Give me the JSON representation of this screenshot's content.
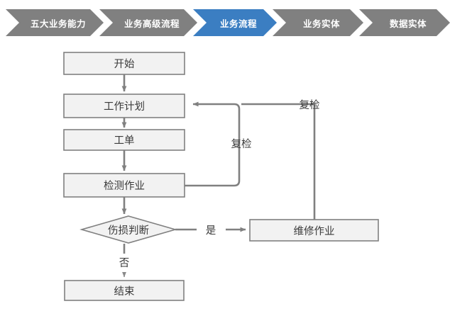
{
  "breadcrumb": {
    "active_color": "#3b7ec2",
    "inactive_color": "#808080",
    "items": [
      {
        "label": "五大业务能力",
        "active": false
      },
      {
        "label": "业务高级流程",
        "active": false
      },
      {
        "label": "业务流程",
        "active": true
      },
      {
        "label": "业务实体",
        "active": false
      },
      {
        "label": "数据实体",
        "active": false
      }
    ]
  },
  "diagram": {
    "type": "flowchart",
    "title": "业务流程",
    "box_fill": "#f2f2f2",
    "box_stroke": "#808080",
    "line_color": "#808080",
    "text_color": "#3a3a3a",
    "nodes": [
      {
        "id": "start",
        "label": "开始",
        "shape": "rect"
      },
      {
        "id": "plan",
        "label": "工作计划",
        "shape": "rect"
      },
      {
        "id": "order",
        "label": "工单",
        "shape": "rect"
      },
      {
        "id": "inspect",
        "label": "检测作业",
        "shape": "rect"
      },
      {
        "id": "judge",
        "label": "伤损判断",
        "shape": "diamond"
      },
      {
        "id": "repair",
        "label": "维修作业",
        "shape": "rect"
      },
      {
        "id": "end",
        "label": "结束",
        "shape": "rect"
      }
    ],
    "edges": [
      {
        "from": "start",
        "to": "plan",
        "label": ""
      },
      {
        "from": "plan",
        "to": "order",
        "label": ""
      },
      {
        "from": "order",
        "to": "inspect",
        "label": ""
      },
      {
        "from": "inspect",
        "to": "judge",
        "label": ""
      },
      {
        "from": "inspect",
        "to": "plan",
        "label": "复检"
      },
      {
        "from": "judge",
        "to": "repair",
        "label": "是"
      },
      {
        "from": "judge",
        "to": "end",
        "label": "否"
      },
      {
        "from": "repair",
        "to": "plan",
        "label": "复检"
      }
    ],
    "edge_labels": {
      "recheck_inner": "复检",
      "recheck_outer": "复检",
      "yes": "是",
      "no": "否"
    }
  }
}
